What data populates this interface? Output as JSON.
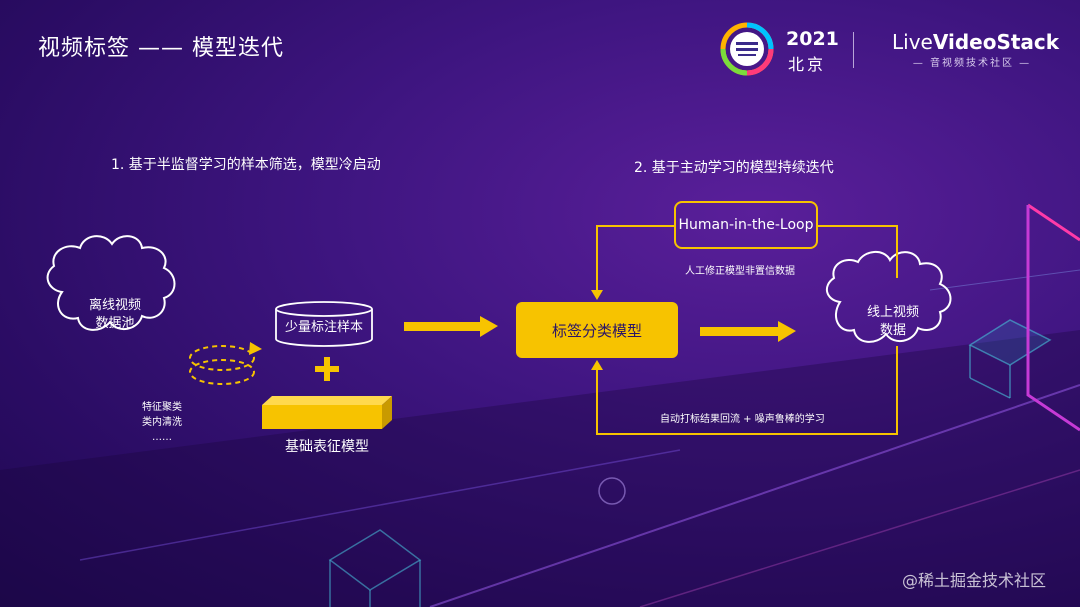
{
  "header": {
    "title": "视频标签 —— 模型迭代",
    "event_year": "2021",
    "event_city": "北京",
    "brand_prefix": "Live",
    "brand_main": "VideoStack",
    "brand_subtitle": "— 音视频技术社区 —"
  },
  "steps": {
    "step1": "1. 基于半监督学习的样本筛选，模型冷启动",
    "step2": "2. 基于主动学习的模型持续迭代"
  },
  "diagram": {
    "offline_pool": [
      "离线视频",
      "数据池"
    ],
    "small_samples": "少量标注样本",
    "plus": "+",
    "base_model": "基础表征模型",
    "cluster_notes": [
      "特征聚类",
      "类内清洗",
      "……"
    ],
    "classifier": "标签分类模型",
    "online_video": [
      "线上视频",
      "数据"
    ],
    "hitl": "Human-in-the-Loop",
    "hitl_note": "人工修正模型非置信数据",
    "feedback_note": "自动打标结果回流 + 噪声鲁棒的学习"
  },
  "footer": {
    "watermark": "@稀土掘金技术社区"
  },
  "colors": {
    "accent": "#f7c300",
    "background": "#3e1580",
    "text": "#ffffff"
  }
}
